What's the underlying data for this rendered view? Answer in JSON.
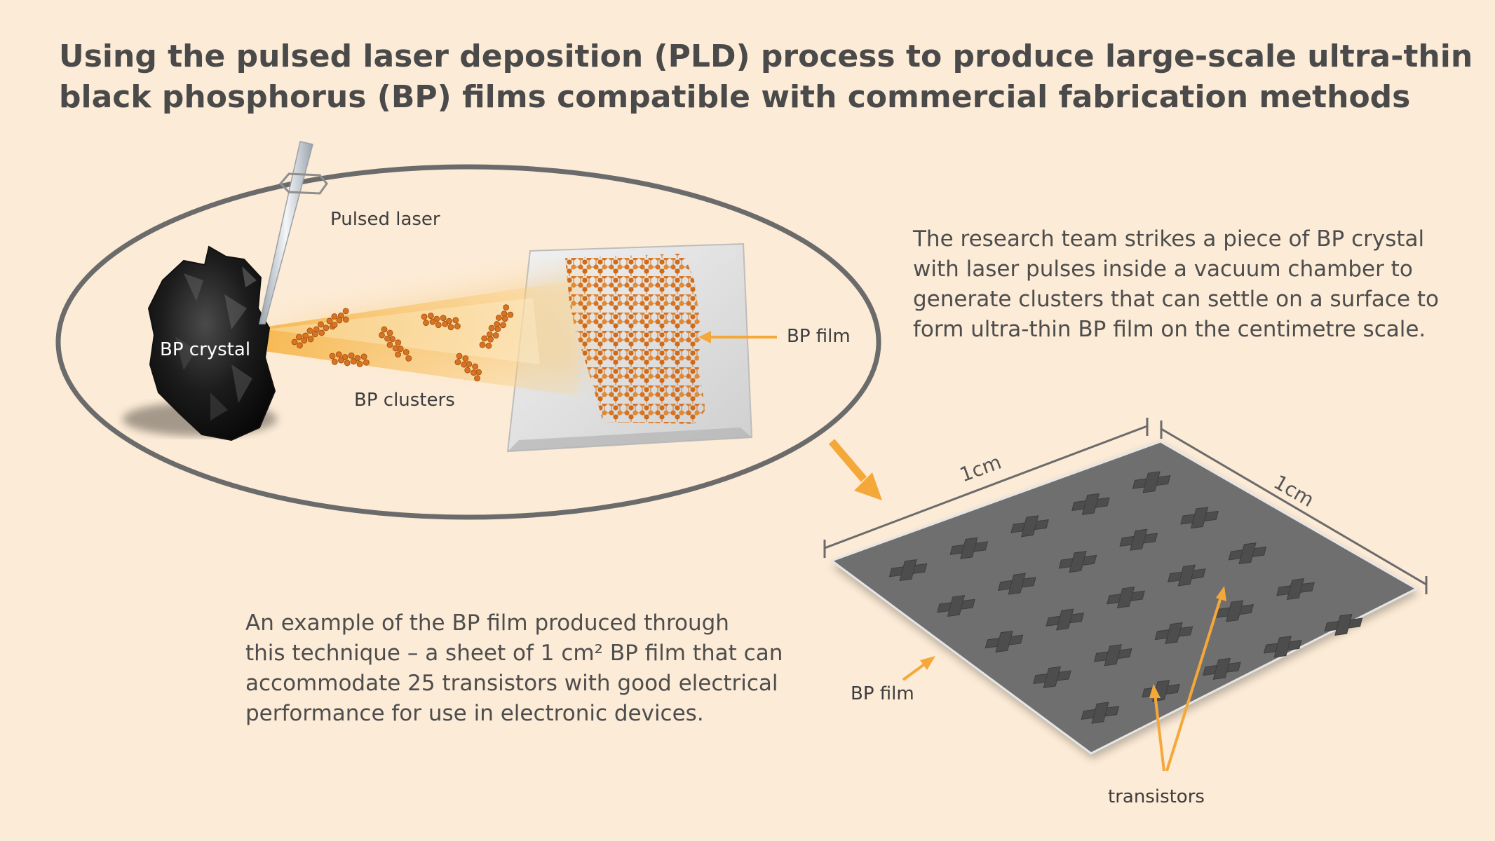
{
  "title": {
    "line1": "Using the pulsed laser deposition (PLD) process to produce large-scale ultra-thin",
    "line2": "black phosphorus (BP) films compatible with commercial fabrication methods"
  },
  "labels": {
    "pulsed_laser": "Pulsed laser",
    "bp_crystal": "BP crystal",
    "bp_clusters": "BP clusters",
    "bp_film_chamber": "BP film",
    "bp_film_sheet": "BP film",
    "transistors": "transistors",
    "dim_width": "1cm",
    "dim_depth": "1cm"
  },
  "paragraphs": {
    "right": [
      "The research team strikes a piece of BP crystal",
      "with laser pulses inside a vacuum chamber to",
      "generate clusters that can settle on a surface to",
      "form ultra-thin BP film on the centimetre scale."
    ],
    "left": [
      "An example of the BP film produced through",
      "this technique – a sheet of 1 cm² BP film that can",
      "accommodate 25 transistors with good electrical",
      "performance for use in electronic devices."
    ]
  },
  "colors": {
    "background": "#fcebd6",
    "accent_orange": "#f5a83a",
    "atom_orange": "#d9731f",
    "film_gray": "#6f6f6f",
    "chamber_outline": "#6b6b6b"
  }
}
